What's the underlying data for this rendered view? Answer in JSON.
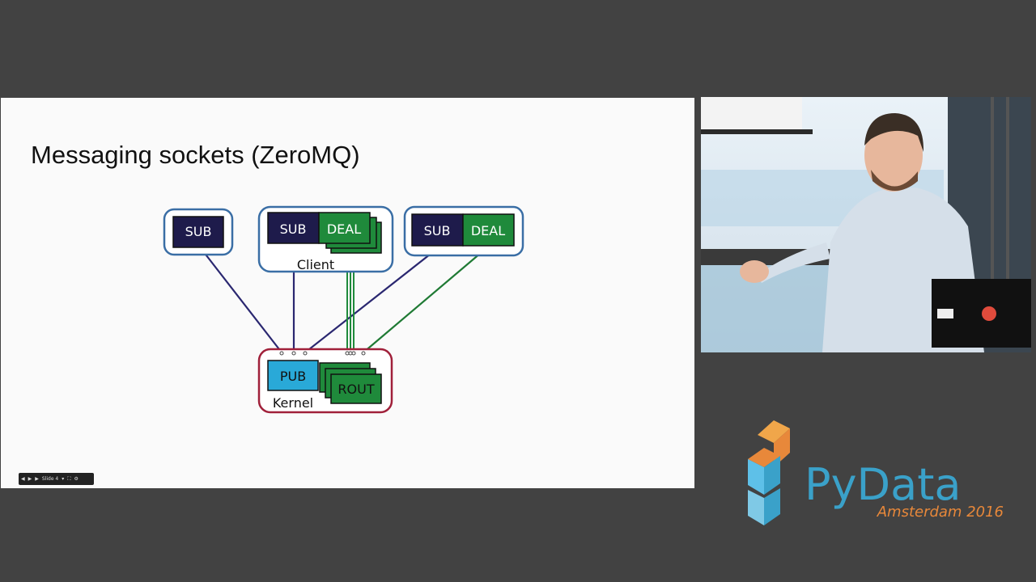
{
  "slide": {
    "title": "Messaging sockets (ZeroMQ)",
    "nodes": {
      "sub1": "SUB",
      "sub2": "SUB",
      "deal2": "DEAL",
      "client_label": "Client",
      "sub3": "SUB",
      "deal3": "DEAL",
      "pub": "PUB",
      "rout": "ROUT",
      "kernel_label": "Kernel"
    },
    "colors": {
      "sub": "#1e1b4b",
      "deal": "#1f8a3b",
      "pub": "#29a9d8",
      "client_border": "#3a6ea5",
      "kernel_border": "#a0203a"
    }
  },
  "controls": {
    "slide_label": "Slide 4",
    "icons": [
      "prev-icon",
      "play-icon",
      "next-icon",
      "fullscreen-icon",
      "gear-icon"
    ]
  },
  "logo": {
    "name": "PyData",
    "subtitle": "Amsterdam 2016",
    "colors": {
      "py": "#3aa1c9",
      "data": "#e8883a"
    }
  }
}
